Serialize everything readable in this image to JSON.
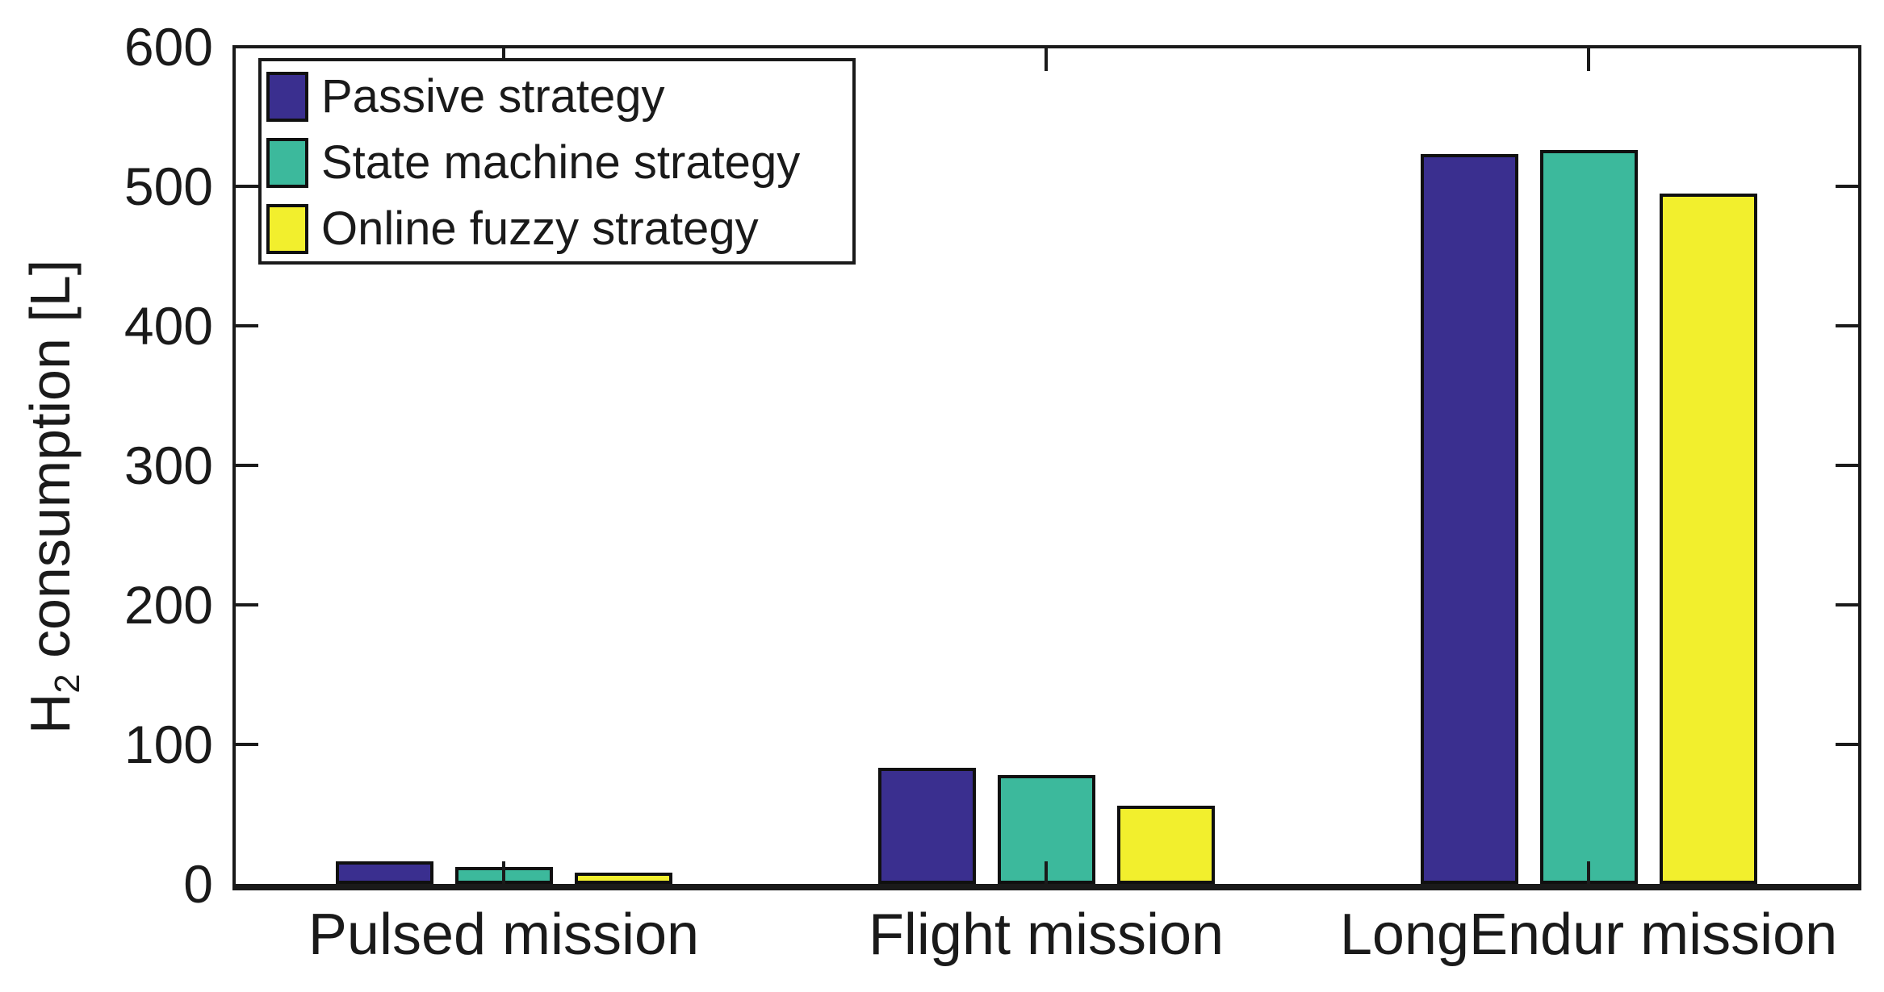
{
  "figure": {
    "background": "#ffffff",
    "axis_color": "#1a1a1a",
    "ylabel": {
      "base": "H",
      "sub": "2",
      "rest": " consumption [L]"
    }
  },
  "chart_data": {
    "type": "bar",
    "title": "",
    "xlabel": "",
    "ylabel": "H2 consumption [L]",
    "categories": [
      "Pulsed mission",
      "Flight mission",
      "LongEndur mission"
    ],
    "series": [
      {
        "name": "Passive strategy",
        "color": "#3A2F8F",
        "values": [
          16,
          83,
          523
        ]
      },
      {
        "name": "State machine strategy",
        "color": "#3CB99C",
        "values": [
          12,
          78,
          526
        ]
      },
      {
        "name": "Online fuzzy strategy",
        "color": "#F2EF2D",
        "values": [
          8,
          56,
          495
        ]
      }
    ],
    "ylim": [
      0,
      600
    ],
    "yticks": [
      0,
      100,
      200,
      300,
      400,
      500,
      600
    ],
    "grid": false,
    "legend_position": "top-left",
    "bar_outline_color": "#101010"
  }
}
